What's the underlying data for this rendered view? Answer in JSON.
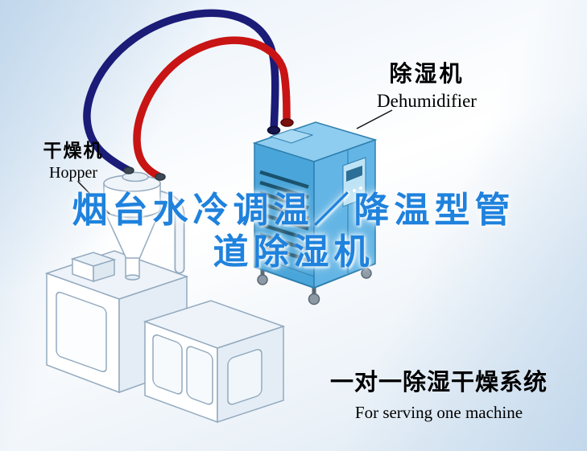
{
  "labels": {
    "dehumidifier": {
      "zh": "除湿机",
      "en": "Dehumidifier"
    },
    "hopper": {
      "zh": "干燥机",
      "en": "Hopper"
    }
  },
  "watermark": {
    "line1": "烟台水冷调温／降温型管",
    "line2": "道除湿机",
    "color": "#1f82dd"
  },
  "caption": {
    "zh": "一对一除湿干燥系统",
    "en": "For serving one machine"
  },
  "pipes": {
    "red": "#c81414",
    "blue": "#1b1b78"
  },
  "colors": {
    "dehumidifier_top": "#8ecdf0",
    "dehumidifier_front": "#49a5da",
    "dehumidifier_side": "#63b5e5",
    "dehumidifier_edge": "#2e7fae",
    "line_art": "#94aabf",
    "background_tint": "#cfe1f1"
  }
}
